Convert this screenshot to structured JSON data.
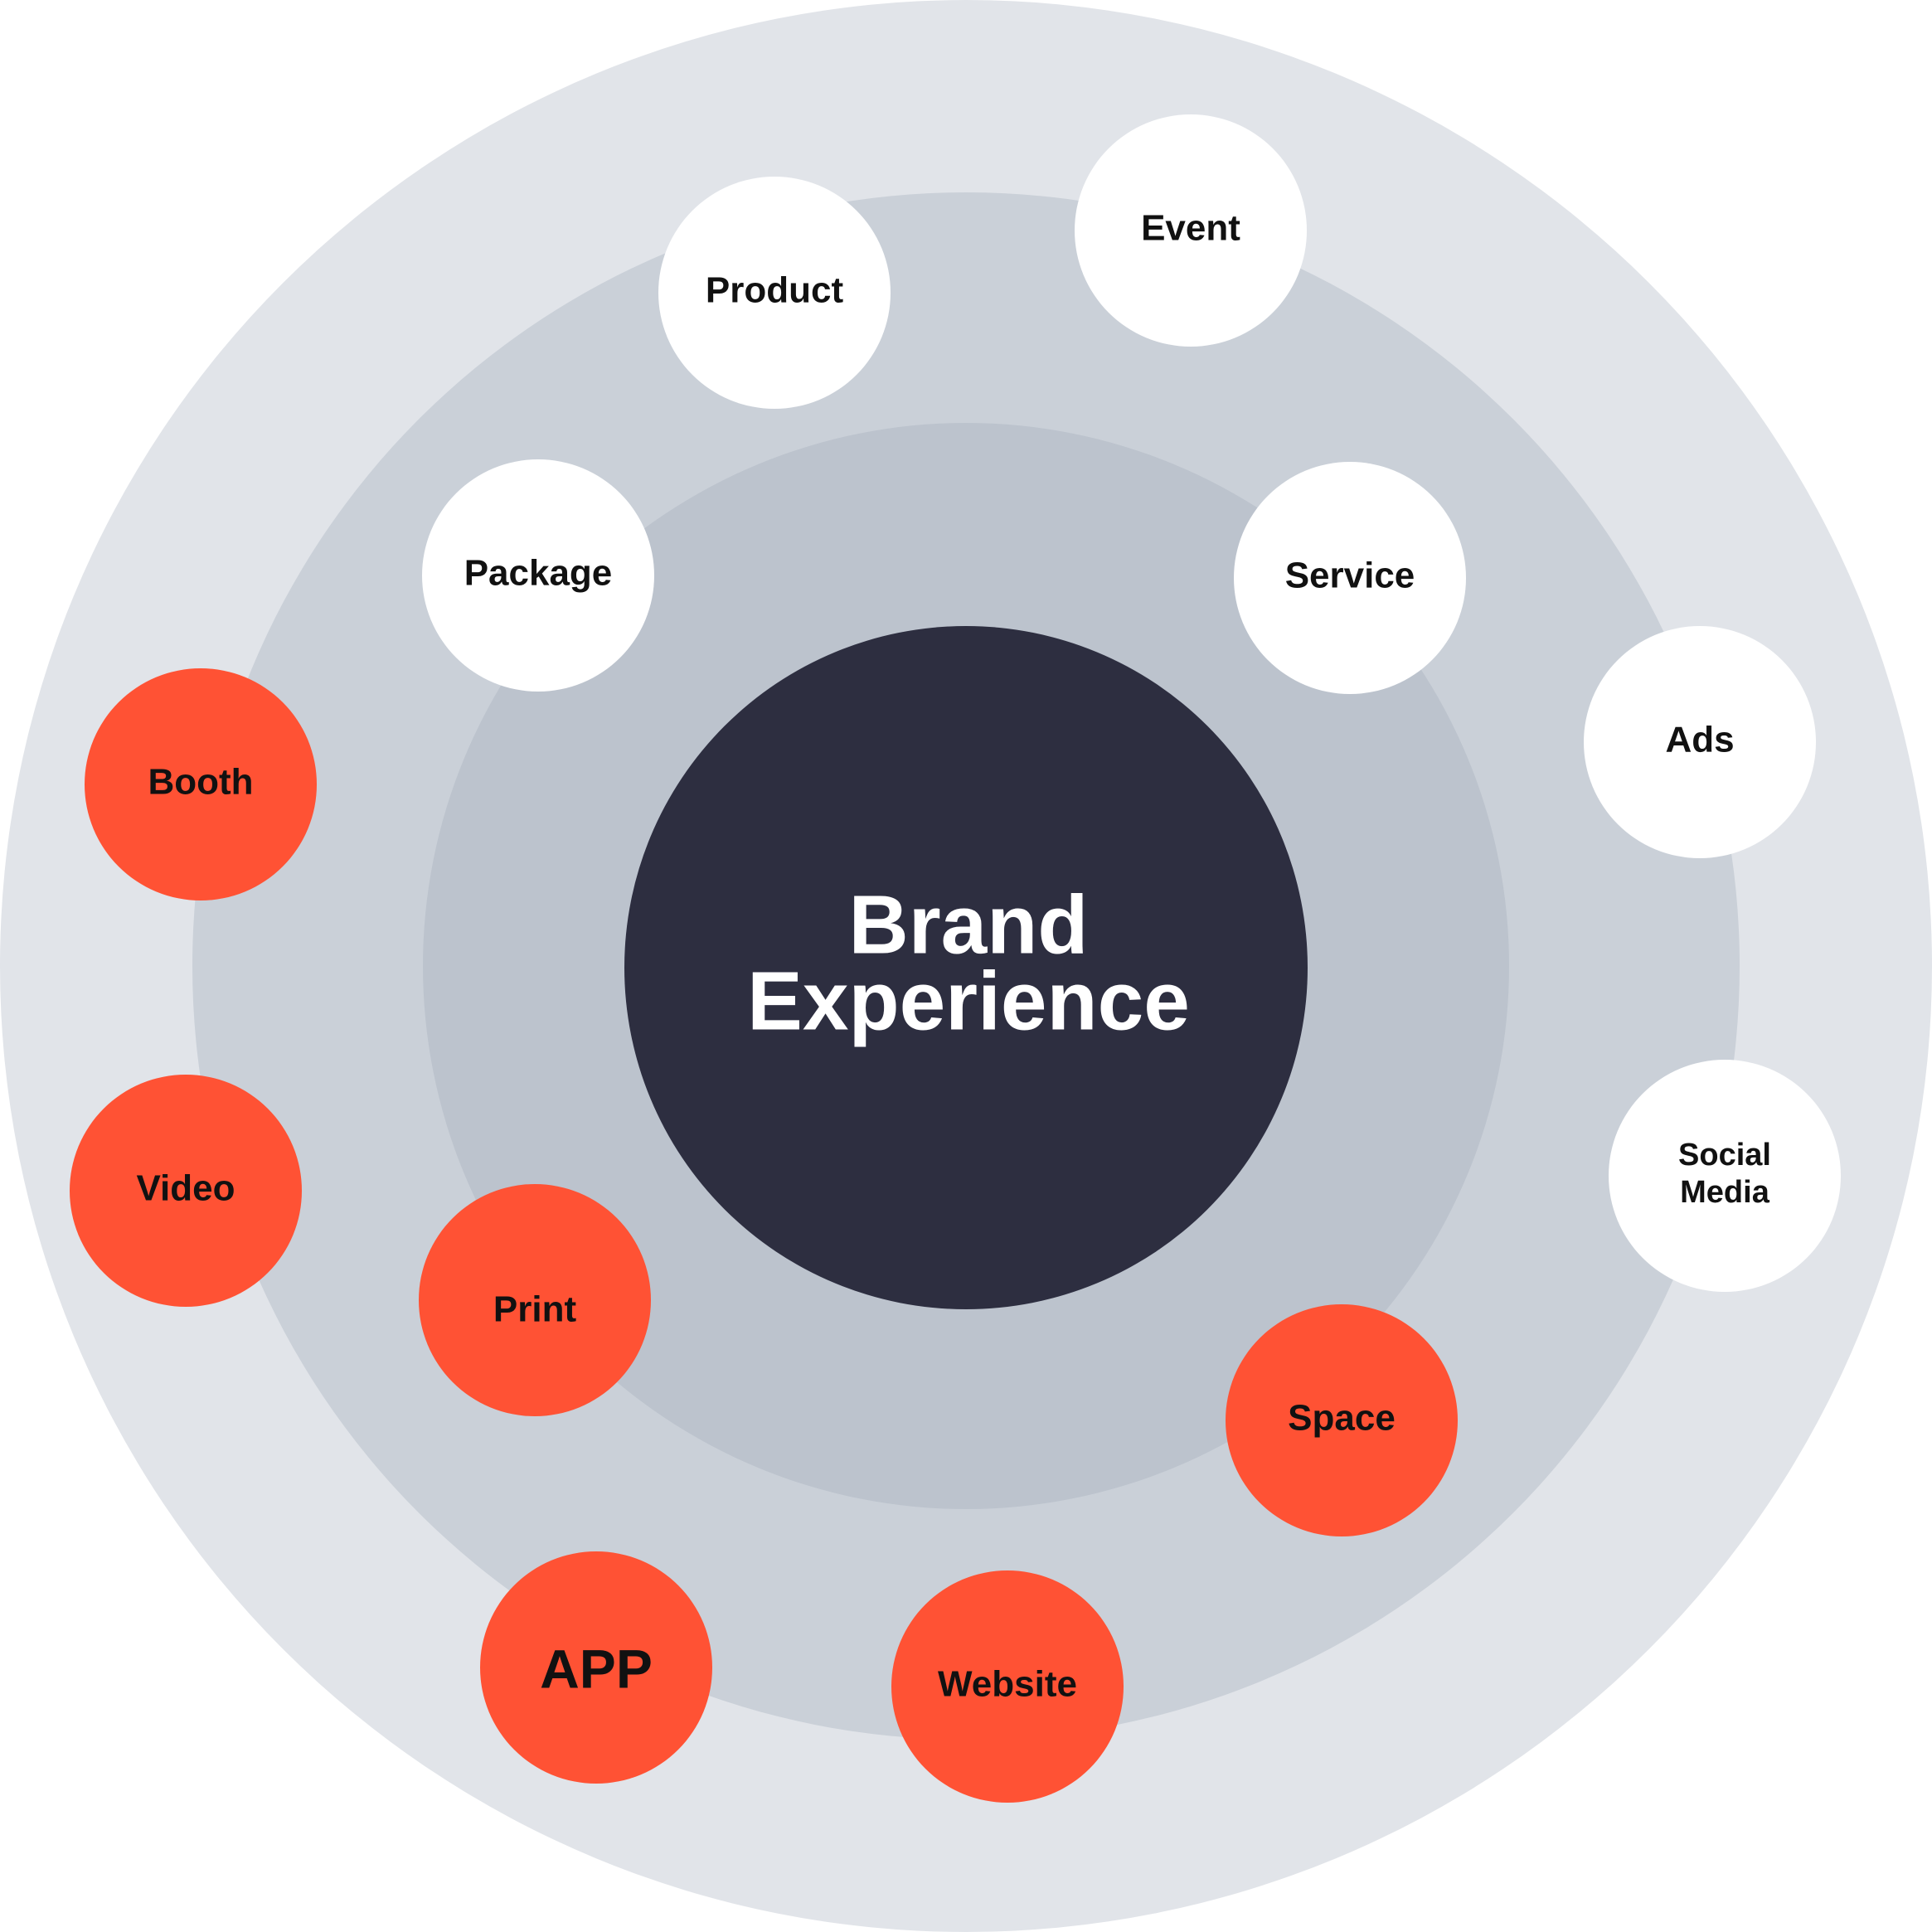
{
  "colors": {
    "outer_ring": "#E1E4E9",
    "middle_ring": "#CAD0D8",
    "inner_ring": "#BCC3CD",
    "core": "#2D2E40",
    "white_node": "#FFFFFF",
    "orange_node": "#FF5234",
    "node_text": "#111111",
    "core_text": "#FFFFFF"
  },
  "center": {
    "line1": "Brand",
    "line2": "Experience"
  },
  "white_nodes": [
    {
      "label": "Product"
    },
    {
      "label": "Event"
    },
    {
      "label": "Package"
    },
    {
      "label": "Service"
    },
    {
      "label": "Ads"
    },
    {
      "label": "Social",
      "label2": "Media"
    }
  ],
  "orange_nodes": [
    {
      "label": "Booth"
    },
    {
      "label": "Video"
    },
    {
      "label": "Print"
    },
    {
      "label": "Space"
    },
    {
      "label": "APP"
    },
    {
      "label": "Website"
    }
  ]
}
